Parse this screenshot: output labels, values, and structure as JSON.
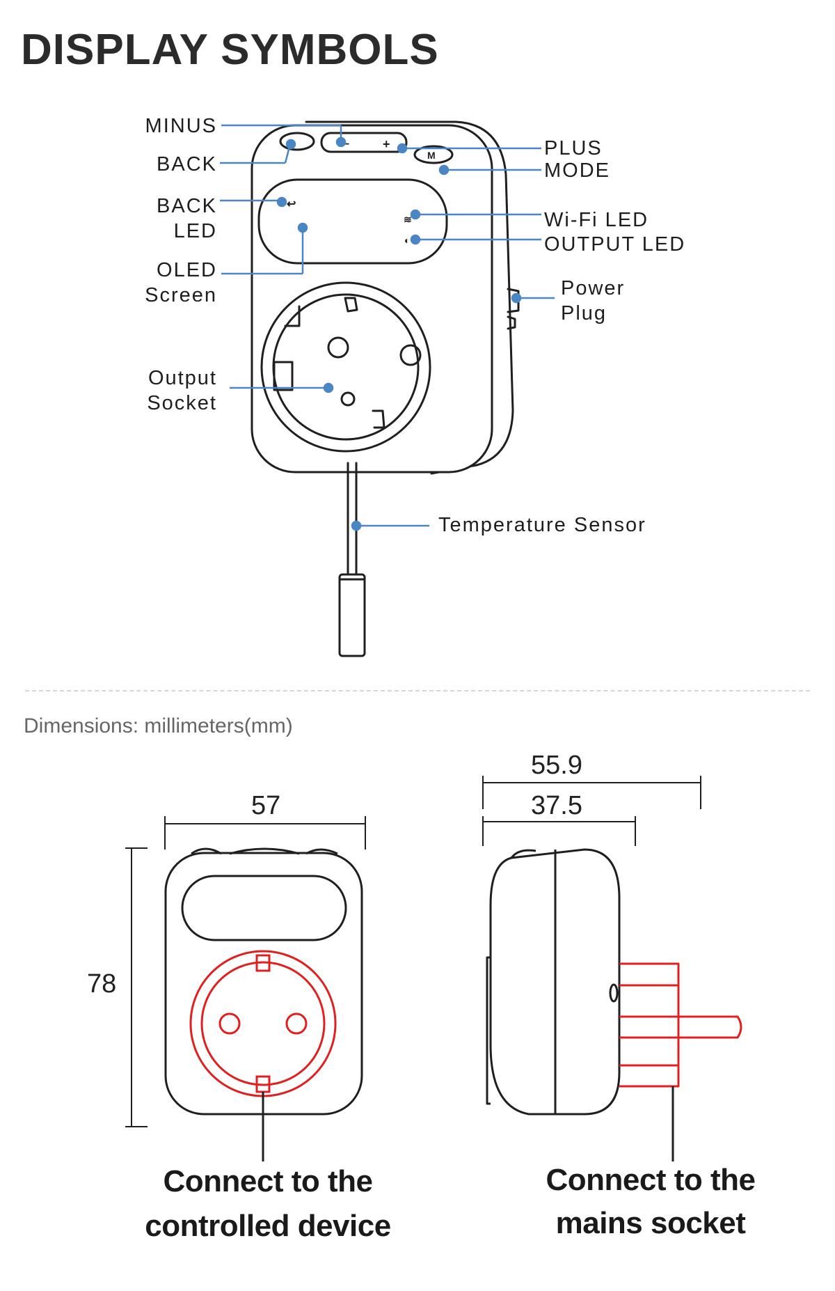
{
  "title": "DISPLAY SYMBOLS",
  "labels": {
    "minus": "MINUS",
    "back": "BACK",
    "back_led_1": "BACK",
    "back_led_2": "LED",
    "oled_1": "OLED",
    "oled_2": "Screen",
    "output_socket_1": "Output",
    "output_socket_2": "Socket",
    "plus": "PLUS",
    "mode": "MODE",
    "wifi_led": "Wi-Fi LED",
    "output_led": "OUTPUT LED",
    "power_plug_1": "Power",
    "power_plug_2": "Plug",
    "temperature_sensor": "Temperature Sensor"
  },
  "dimensions": {
    "caption": "Dimensions: millimeters(mm)",
    "width": "57",
    "height": "78",
    "depth_total": "55.9",
    "depth_body": "37.5"
  },
  "captions": {
    "front_1": "Connect to the",
    "front_2": "controlled device",
    "side_1": "Connect to the",
    "side_2": "mains socket"
  },
  "colors": {
    "callout": "#4a86c4",
    "highlight": "#e02020",
    "outline": "#1f1f1f"
  }
}
